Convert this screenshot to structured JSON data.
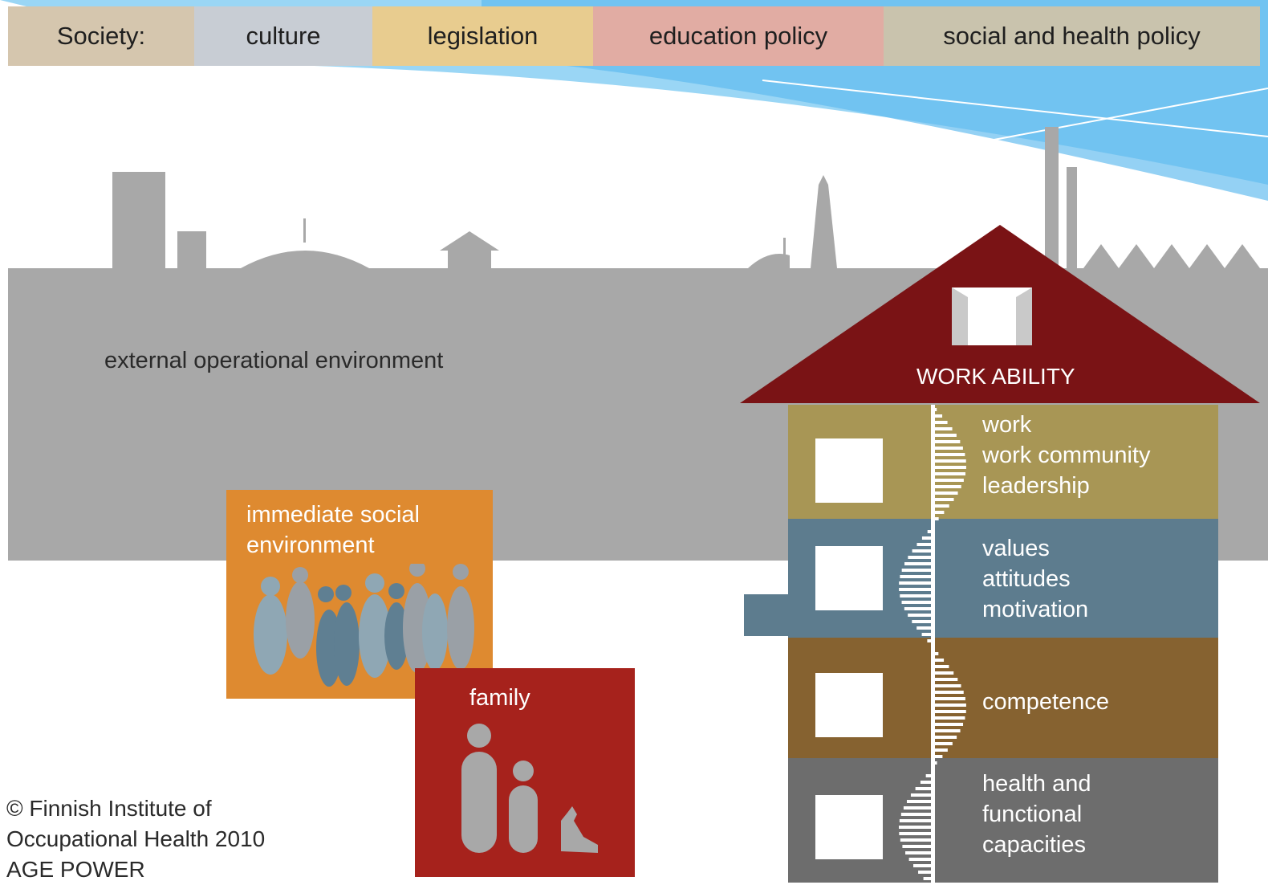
{
  "society_bar": {
    "label": "Society:",
    "items": [
      "culture",
      "legislation",
      "education policy",
      "social and health policy"
    ],
    "colors": [
      "#d5c6ae",
      "#c8cdd4",
      "#e8cc8f",
      "#e1aca3",
      "#c9c3ad"
    ]
  },
  "environment": {
    "label": "external operational environment"
  },
  "social": {
    "label": "immediate social\nenvironment",
    "color": "#de8a30"
  },
  "family": {
    "label": "family",
    "color": "#a6221c"
  },
  "house": {
    "title": "WORK ABILITY",
    "roof_color": "#7a1315",
    "floors": [
      {
        "label": "work\nwork community\nleadership",
        "color": "#a89655"
      },
      {
        "label": "values\nattitudes\nmotivation",
        "color": "#5d7c8e"
      },
      {
        "label": "competence",
        "color": "#866230"
      },
      {
        "label": "health and\nfunctional\ncapacities",
        "color": "#6d6d6d"
      }
    ]
  },
  "copyright": {
    "line1": "© Finnish Institute of",
    "line2": "Occupational Health 2010",
    "line3": "AGE POWER"
  }
}
